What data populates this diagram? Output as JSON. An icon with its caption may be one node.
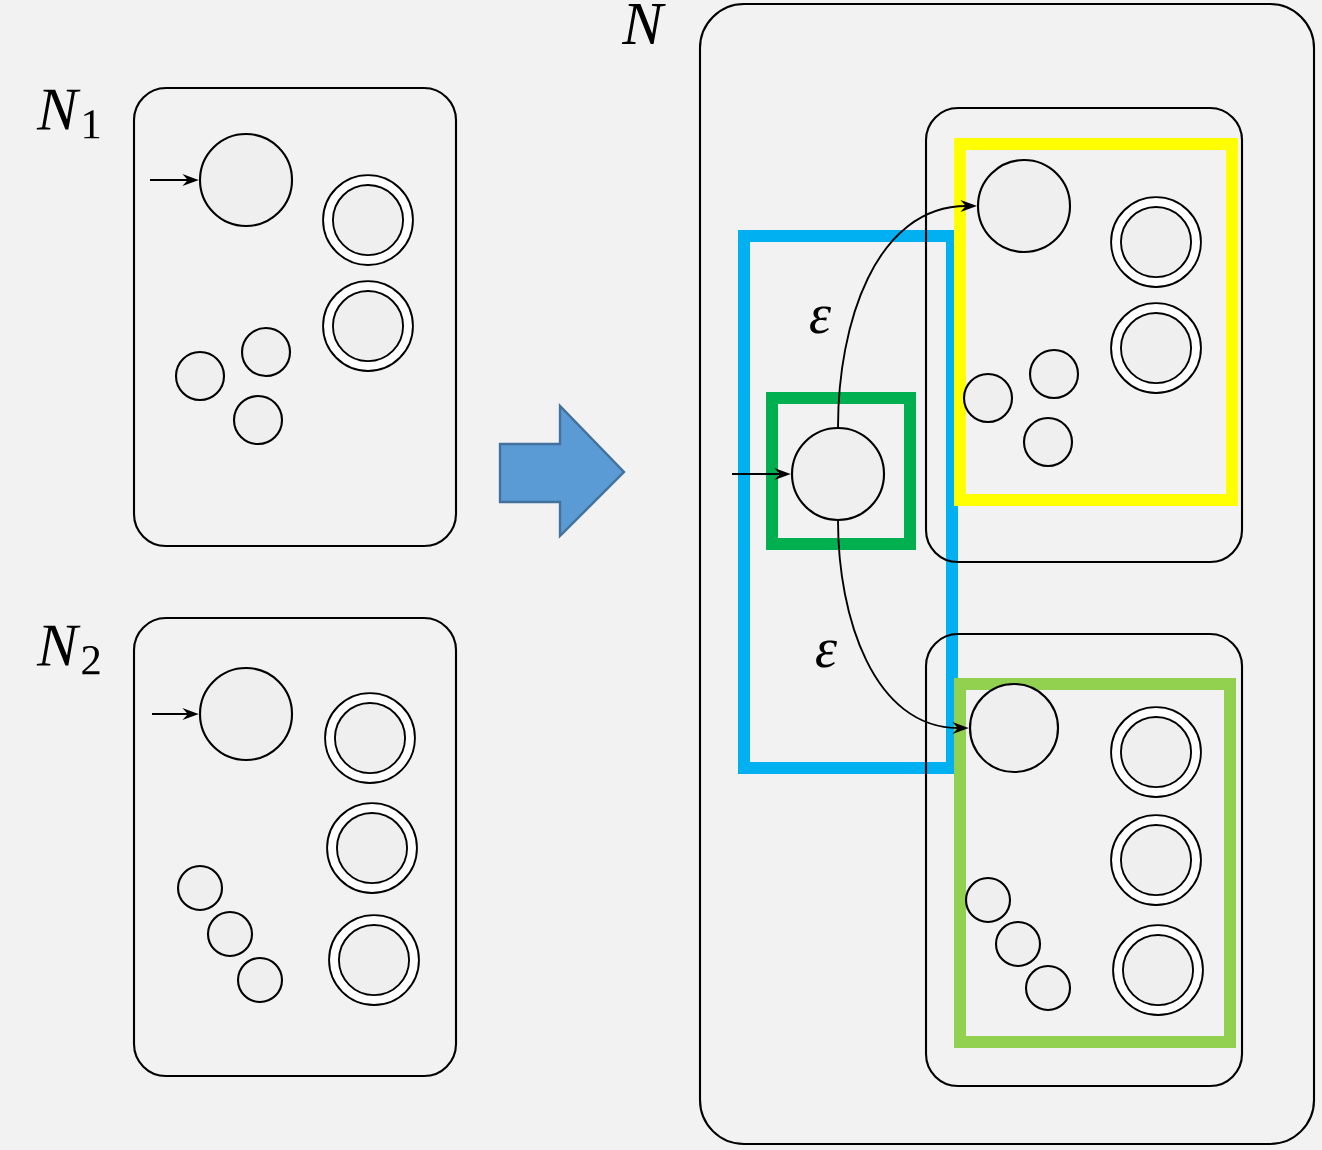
{
  "diagram": {
    "nodes": [
      {
        "text": [
          "*N*$_{1}$"
        ]
      },
      {
        "text": [],
        "shape": "circle",
        "in": 0
      },
      {
        "text": [],
        "shape": "circle",
        "in": 0
      },
      {
        "text": [],
        "shape": "circle",
        "in": 0
      },
      {
        "text": [],
        "shape": "circle",
        "in": 0
      },
      {
        "text": [],
        "shape": "circle",
        "in": 0
      },
      {
        "text": [],
        "shape": "circle",
        "in": 0
      },
      {
        "text": [
          "*N*$_{2}$"
        ]
      },
      {
        "text": [],
        "shape": "circle",
        "in": 7
      },
      {
        "text": [],
        "shape": "circle",
        "in": 7
      },
      {
        "text": [],
        "shape": "circle",
        "in": 7
      },
      {
        "text": [],
        "shape": "circle",
        "in": 7
      },
      {
        "text": [],
        "shape": "circle",
        "in": 7
      },
      {
        "text": [],
        "shape": "circle",
        "in": 7
      },
      {
        "text": [],
        "shape": "circle",
        "in": 7
      },
      {
        "text": [
          "*N*"
        ]
      },
      {
        "text": [],
        "shape": "box",
        "in": 15
      },
      {
        "text": [],
        "shape": "box",
        "in": 16
      },
      {
        "text": [],
        "shape": "circle",
        "in": 17
      },
      {
        "text": [],
        "shape": "box",
        "in": 15
      },
      {
        "text": [],
        "shape": "box",
        "in": 19
      },
      {
        "text": [],
        "shape": "circle",
        "in": 20
      },
      {
        "text": [],
        "shape": "circle",
        "in": 20
      },
      {
        "text": [],
        "shape": "circle",
        "in": 20
      },
      {
        "text": [],
        "shape": "circle",
        "in": 20
      },
      {
        "text": [],
        "shape": "circle",
        "in": 20
      },
      {
        "text": [],
        "shape": "circle",
        "in": 20
      },
      {
        "text": [],
        "shape": "box",
        "in": 15
      },
      {
        "text": [],
        "shape": "box",
        "in": 27
      },
      {
        "text": [],
        "shape": "circle",
        "in": 28
      },
      {
        "text": [],
        "shape": "circle",
        "in": 28
      },
      {
        "text": [],
        "shape": "circle",
        "in": 28
      },
      {
        "text": [],
        "shape": "circle",
        "in": 28
      },
      {
        "text": [],
        "shape": "circle",
        "in": 28
      },
      {
        "text": [],
        "shape": "circle",
        "in": 28
      },
      {
        "text": [],
        "shape": "circle",
        "in": 28
      }
    ],
    "edges": [
      {
        "from": null,
        "to": 1,
        "arrow": "to"
      },
      {
        "from": null,
        "to": 8,
        "arrow": "to"
      },
      {
        "from": null,
        "to": 18,
        "arrow": "to"
      },
      {
        "from": 18,
        "to": 21,
        "arrow": "to",
        "label": "ε"
      },
      {
        "from": 18,
        "to": 29,
        "arrow": "to",
        "label": "ε"
      }
    ]
  }
}
